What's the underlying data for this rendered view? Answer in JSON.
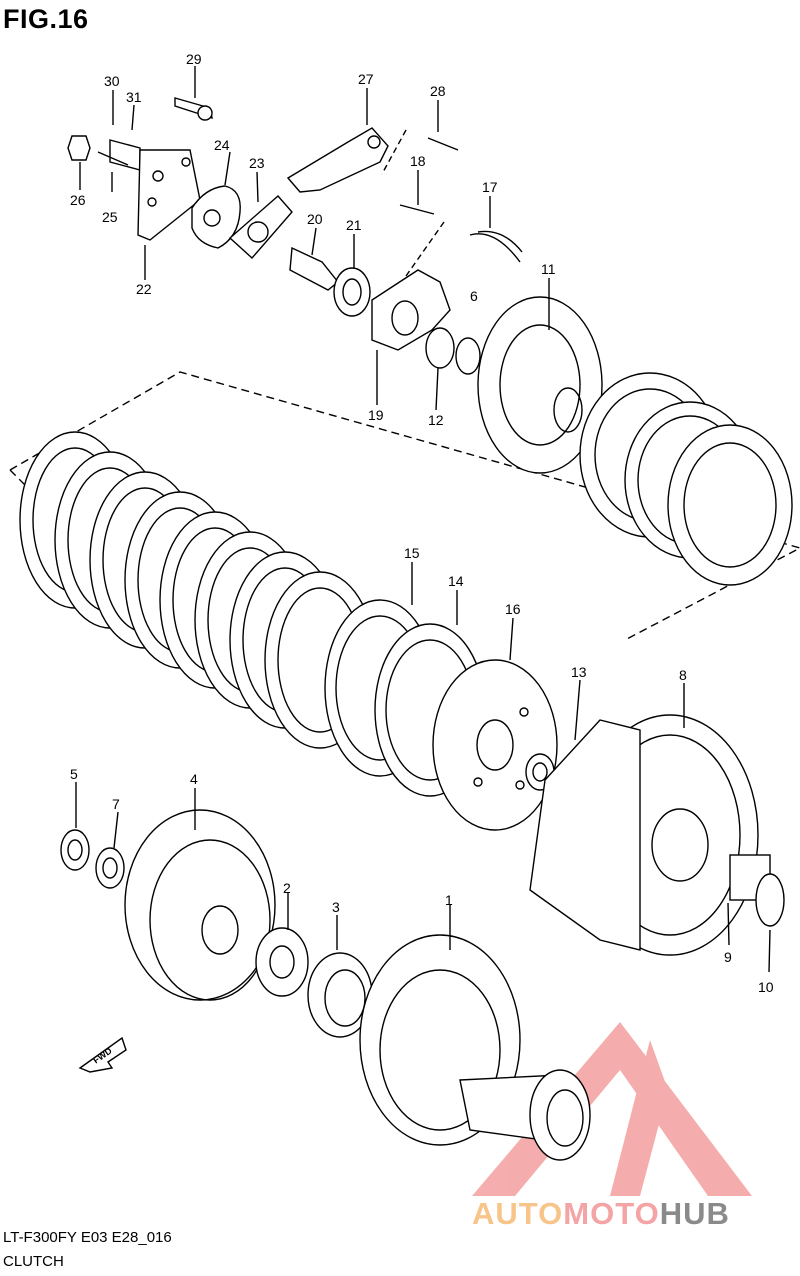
{
  "header": {
    "title": "FIG.16"
  },
  "footer": {
    "code": "LT-F300FY E03 E28_016",
    "name": "CLUTCH"
  },
  "arrow": {
    "label": "FWD"
  },
  "watermark": {
    "part1": "AUTO",
    "part2": "MOTO",
    "part3": "HUB",
    "colors": {
      "auto": "#f7c58a",
      "moto": "#f4a4a4",
      "hub": "#8a8a8a",
      "logo": "#f4a4a4"
    }
  },
  "parts": [
    "1",
    "2",
    "3",
    "4",
    "5",
    "6",
    "7",
    "8",
    "9",
    "10",
    "11",
    "12",
    "13",
    "14",
    "15",
    "16",
    "17",
    "18",
    "19",
    "20",
    "21",
    "22",
    "23",
    "24",
    "25",
    "26",
    "27",
    "28",
    "29",
    "30",
    "31"
  ]
}
